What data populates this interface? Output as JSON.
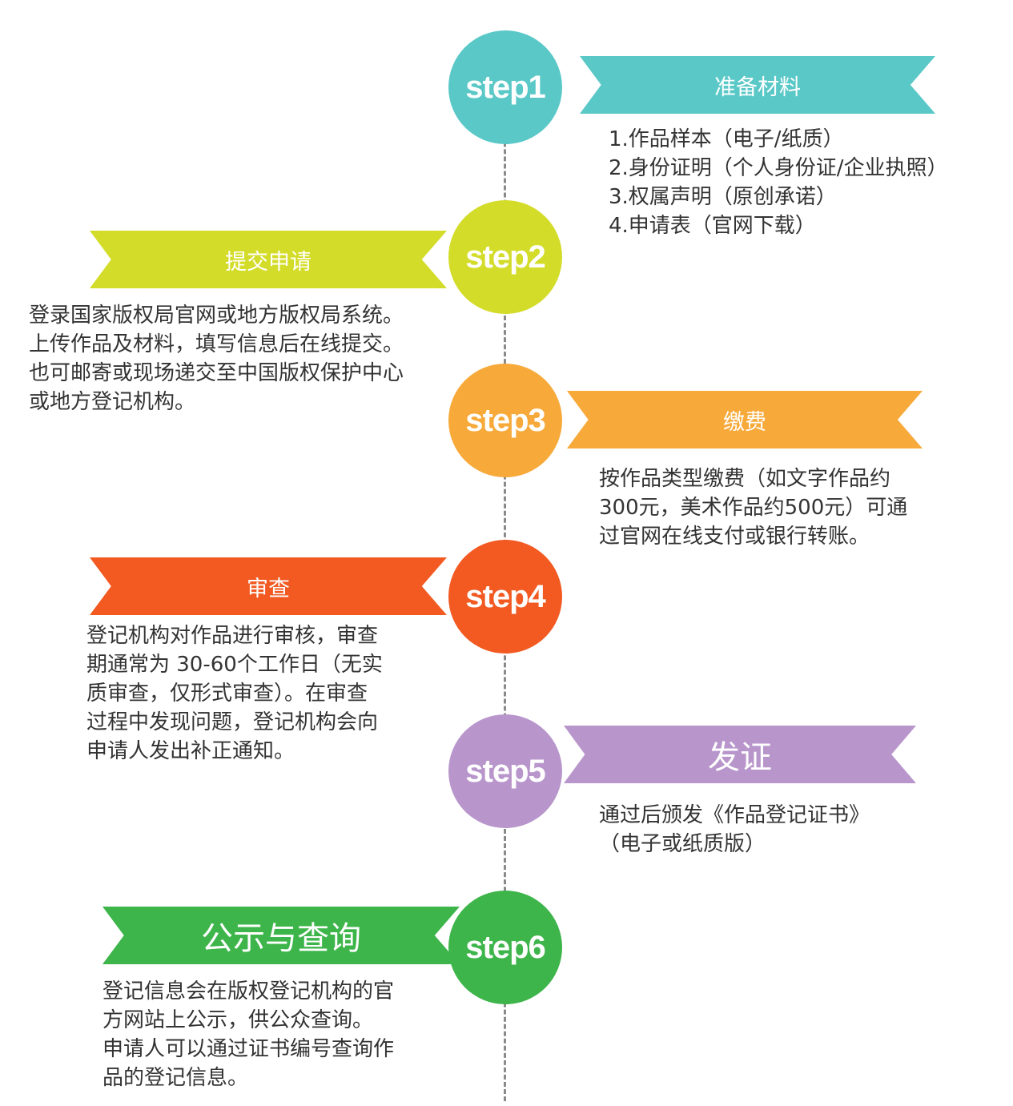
{
  "steps": [
    {
      "circle_label": "step1",
      "title": "准备材料",
      "lines": [
        "1.作品样本（电子/纸质）",
        "2.身份证明（个人身份证/企业执照）",
        "3.权属声明（原创承诺）",
        "4.申请表（官网下载）"
      ]
    },
    {
      "circle_label": "step2",
      "title": "提交申请",
      "lines": [
        "登录国家版权局官网或地方版权局系统。",
        "上传作品及材料，填写信息后在线提交。",
        "也可邮寄或现场递交至中国版权保护中心",
        "或地方登记机构。"
      ]
    },
    {
      "circle_label": "step3",
      "title": "缴费",
      "lines": [
        "按作品类型缴费（如文字作品约",
        "300元，美术作品约500元）可通",
        "过官网在线支付或银行转账。"
      ]
    },
    {
      "circle_label": "step4",
      "title": "审查",
      "lines": [
        "登记机构对作品进行审核，审查",
        "期通常为 30-60个工作日（无实",
        "质审查，仅形式审查）。在审查",
        "过程中发现问题，登记机构会向",
        "申请人发出补正通知。"
      ]
    },
    {
      "circle_label": "step5",
      "title": "发证",
      "lines": [
        "通过后颁发《作品登记证书》",
        "（电子或纸质版）"
      ]
    },
    {
      "circle_label": "step6",
      "title": "公示与查询",
      "lines": [
        "登记信息会在版权登记机构的官",
        "方网站上公示，供公众查询。",
        "申请人可以通过证书编号查询作",
        "品的登记信息。"
      ]
    }
  ],
  "colors": {
    "step1": "#5bc8c8",
    "step2": "#d4dc2a",
    "step3": "#f7a93a",
    "step4": "#f25a22",
    "step5": "#b896cc",
    "step6": "#3db54a"
  }
}
